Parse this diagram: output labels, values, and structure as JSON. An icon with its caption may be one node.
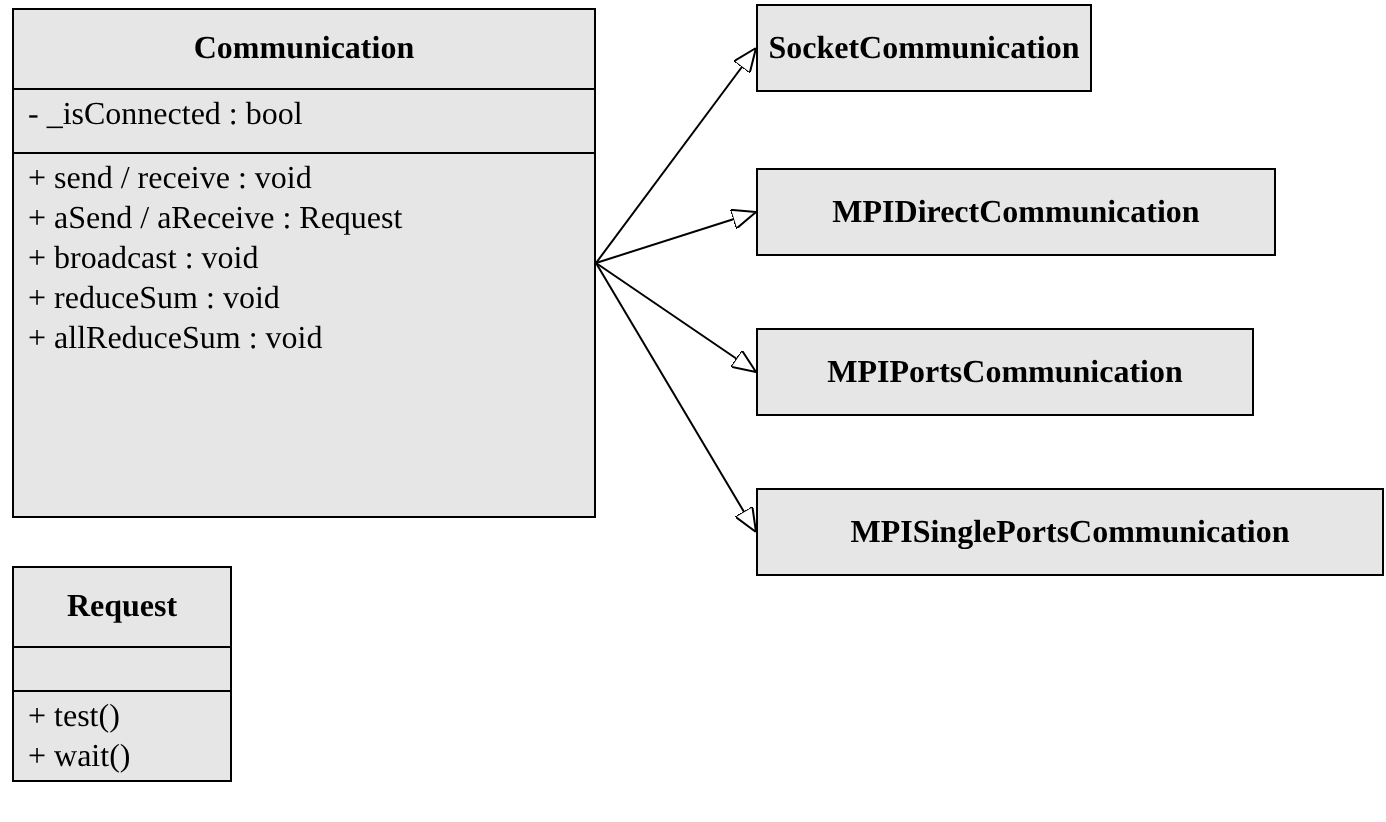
{
  "diagram": {
    "nodes": [
      {
        "text": [
          "Communication"
        ]
      },
      {
        "text": [
          "- _isConnected : bool"
        ],
        "in": 0
      },
      {
        "text": [
          "+ send / receive : void",
          "+ aSend / aReceive : Request",
          "+ broadcast : void",
          "+ reduceSum : void",
          "+ allReduceSum : void"
        ],
        "in": 0
      },
      {
        "text": [
          "SocketCommunication"
        ]
      },
      {
        "text": [
          "MPIDirectCommunication"
        ]
      },
      {
        "text": [
          "MPIPortsCommunication"
        ]
      },
      {
        "text": [
          "MPISinglePortsCommunication"
        ]
      },
      {
        "text": [
          "Request"
        ]
      },
      {
        "text": [],
        "shape": "box",
        "in": 7
      },
      {
        "text": [
          "+ test()",
          "+ wait()"
        ],
        "in": 7
      }
    ],
    "edges": [
      {
        "from": 0,
        "to": 3,
        "arrow": "to"
      },
      {
        "from": 0,
        "to": 4,
        "arrow": "to"
      },
      {
        "from": 0,
        "to": 5,
        "arrow": "to"
      },
      {
        "from": 0,
        "to": 6,
        "arrow": "to"
      }
    ]
  }
}
